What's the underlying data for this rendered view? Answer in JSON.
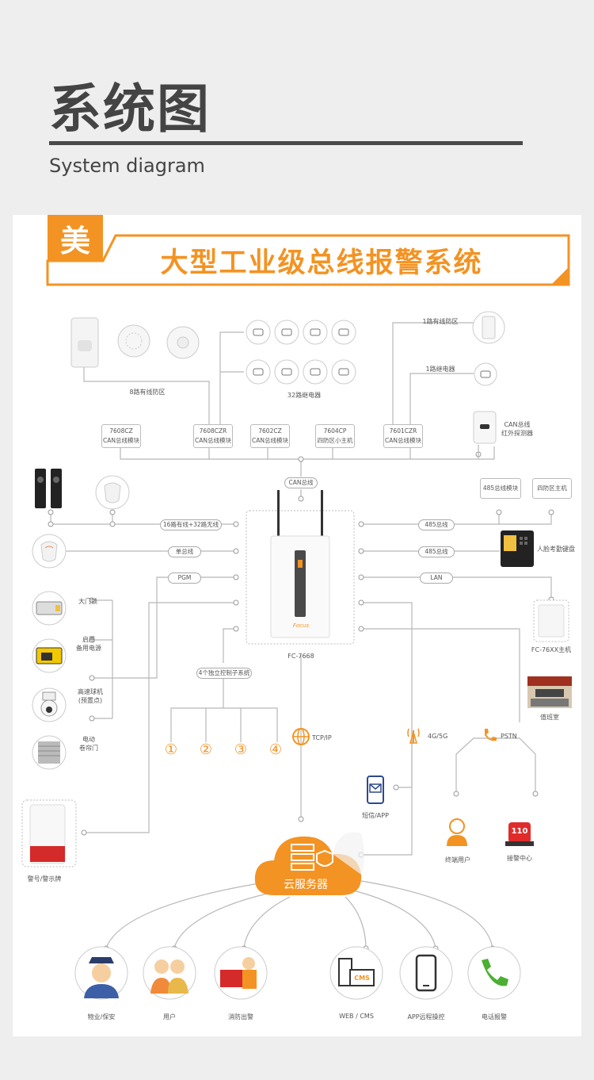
{
  "header": {
    "title": "系统图",
    "subtitle": "System diagram"
  },
  "banner": {
    "badge": "美",
    "title": "大型工业级总线报警系统"
  },
  "top_left": {
    "caption": "8路有线防区"
  },
  "relays": {
    "caption": "32路继电器"
  },
  "top_right": {
    "zone_label": "1路有线防区",
    "relay_label": "1路继电器"
  },
  "modules": [
    {
      "model": "7608CZ",
      "name": "CAN总线模块"
    },
    {
      "model": "7608CZR",
      "name": "CAN总线模块"
    },
    {
      "model": "7602CZ",
      "name": "CAN总线模块"
    },
    {
      "model": "7604CP",
      "name": "四防区小主机"
    },
    {
      "model": "7601CZR",
      "name": "CAN总线模块"
    }
  ],
  "can_ir": {
    "line1": "CAN总线",
    "line2": "红外探测器"
  },
  "bus_tags": {
    "can": "CAN总线",
    "wired_wireless": "16路有线+32路无线",
    "single": "单总线",
    "pgm": "PGM",
    "control": "4个独立控制子系统",
    "rs485_a": "485总线",
    "rs485_b": "485总线",
    "lan": "LAN",
    "tcpip": "TCP/IP",
    "g45": "4G/5G",
    "pstn": "PSTN"
  },
  "host": {
    "brand": "Focus",
    "model": "FC-7668"
  },
  "right_side": {
    "module485": "485总线模块",
    "quad_host": "四防区主机",
    "face_kbd": "人脸考勤键盘",
    "fc76": "FC-76XX主机",
    "duty_room": "值班室"
  },
  "pgm_devices": [
    {
      "name": "大门锁"
    },
    {
      "name": "启用\n备用电源"
    },
    {
      "name": "高速球机\n(预置点)"
    },
    {
      "name": "电动\n卷帘门"
    }
  ],
  "subsystems": [
    "①",
    "②",
    "③",
    "④"
  ],
  "alarm": {
    "name": "警号/警示牌"
  },
  "sms": {
    "name": "短信/APP"
  },
  "pstn_targets": {
    "user": "终端用户",
    "center": "接警中心",
    "badge": "110"
  },
  "cloud": {
    "label": "云服务器"
  },
  "bottom": [
    {
      "name": "物业/保安"
    },
    {
      "name": "用户"
    },
    {
      "name": "消防出警"
    },
    {
      "name": "WEB / CMS",
      "badge": "CMS"
    },
    {
      "name": "APP远程操控"
    },
    {
      "name": "电话报警"
    }
  ],
  "colors": {
    "orange": "#f39323",
    "line": "#b5b5b5",
    "text": "#444444"
  }
}
